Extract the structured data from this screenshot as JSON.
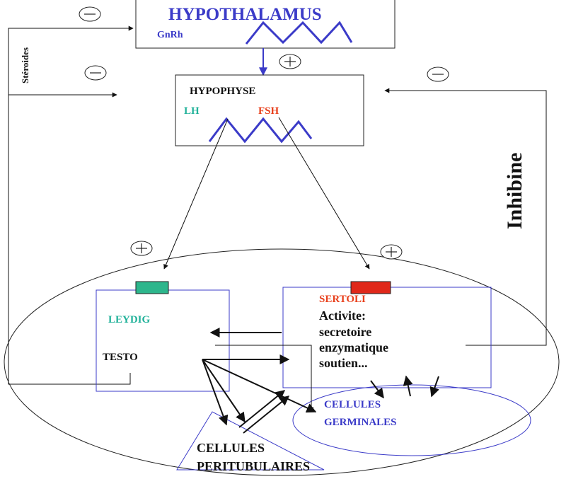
{
  "hypothalamus": {
    "title": "HYPOTHALAMUS",
    "hormone": "GnRh"
  },
  "hypophyse": {
    "title": "HYPOPHYSE",
    "lh": "LH",
    "fsh": "FSH"
  },
  "feedback": {
    "steroides": "Stéroides",
    "inhibine": "Inhibine"
  },
  "signs": {
    "minus": "−",
    "plus": "+"
  },
  "leydig": {
    "title": "LEYDIG",
    "product": "TESTO"
  },
  "sertoli": {
    "title": "SERTOLI",
    "activity": [
      "Activite:",
      "secretoire",
      "enzymatique",
      "soutien..."
    ]
  },
  "germinales": [
    "CELLULES",
    "GERMINALES"
  ],
  "peritubulaires": [
    "CELLULES",
    "PERITUBULAIRES"
  ],
  "colors": {
    "blue": "#3b3bc8",
    "lh": "#22b29a",
    "fsh": "#e8401c",
    "leydig_receptor": "#2db68c",
    "sertoli_receptor": "#e0281a"
  }
}
